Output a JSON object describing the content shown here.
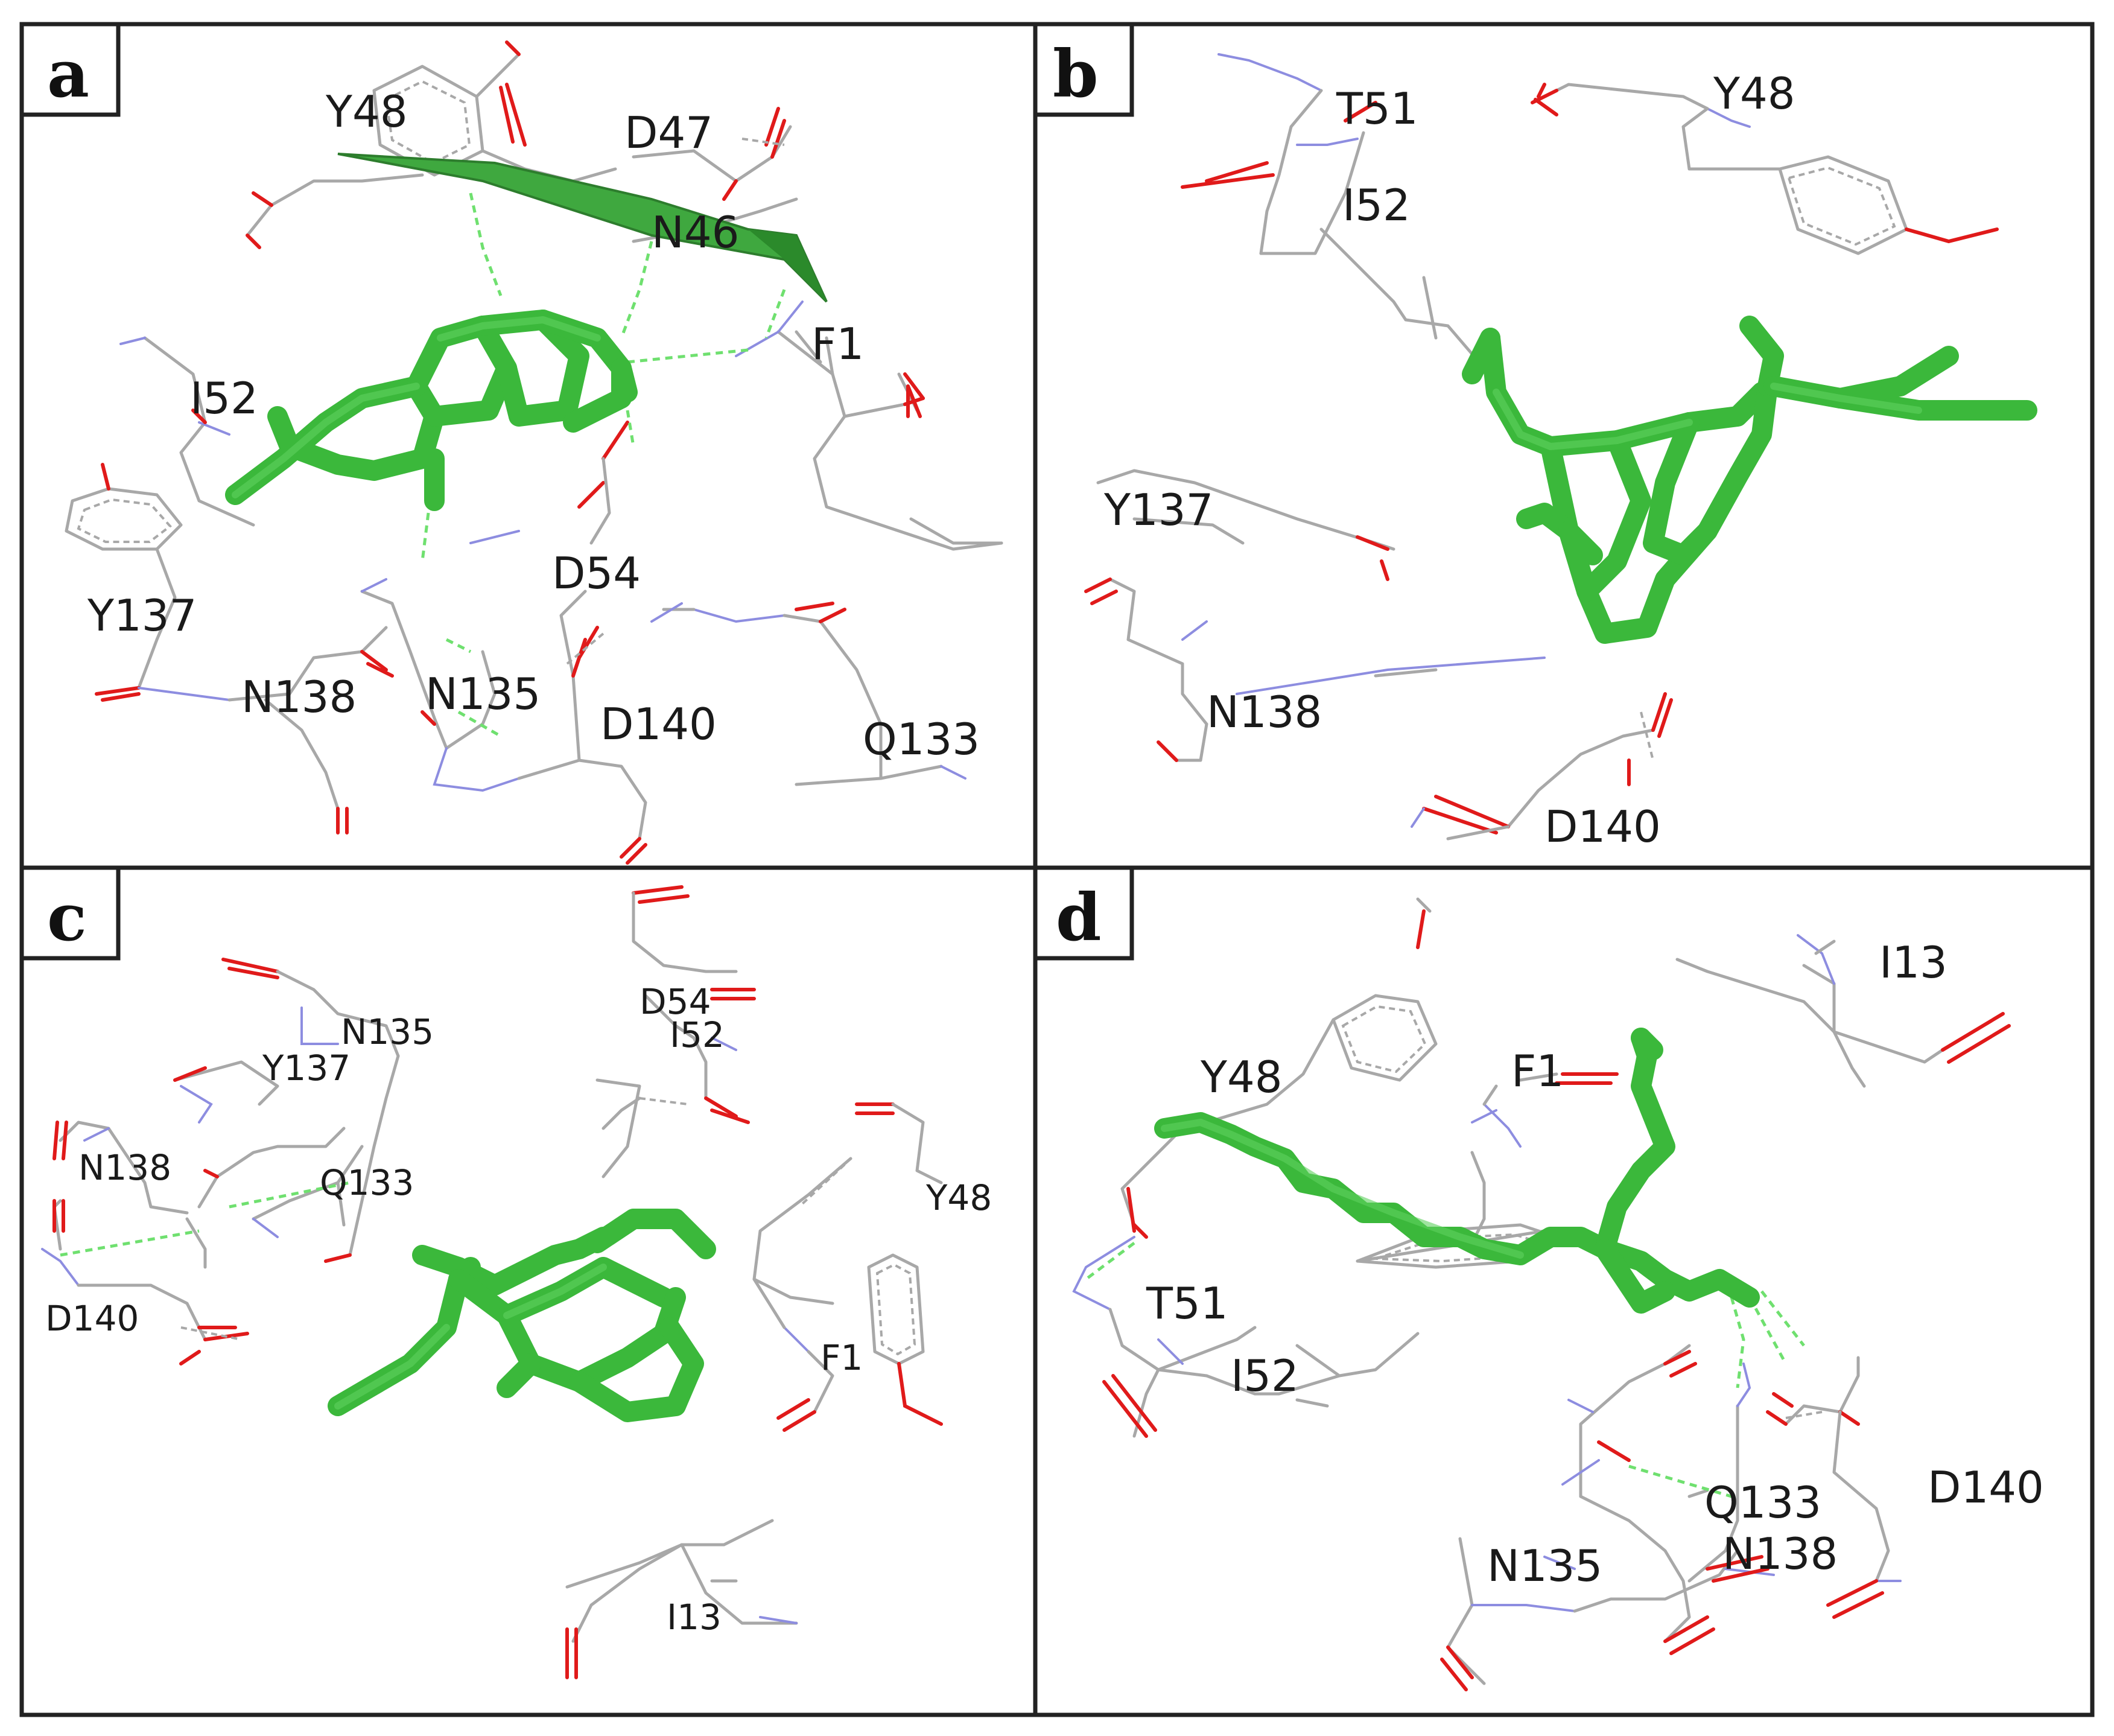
{
  "panels": [
    {
      "label": "a",
      "residues": [
        "Y48",
        "D47",
        "N46",
        "F1",
        "I52",
        "Y137",
        "D54",
        "N138",
        "N135",
        "D140",
        "Q133"
      ]
    },
    {
      "label": "b",
      "residues": [
        "T51",
        "Y48",
        "I52",
        "Y137",
        "N138",
        "D140"
      ]
    },
    {
      "label": "c",
      "residues": [
        "N135",
        "D54",
        "Y137",
        "I52",
        "N138",
        "Q133",
        "Y48",
        "D140",
        "F1",
        "I13"
      ]
    },
    {
      "label": "d",
      "residues": [
        "I13",
        "Y48",
        "F1",
        "T51",
        "I52",
        "D140",
        "Q133",
        "N138",
        "N135"
      ]
    }
  ],
  "colors": {
    "ligand": "#3bb83b",
    "carbon": "#a8a8a8",
    "oxygen": "#e01a1a",
    "nitrogen": "#8d8de0",
    "hbond": "#6fe06f",
    "frame": "#222222"
  }
}
